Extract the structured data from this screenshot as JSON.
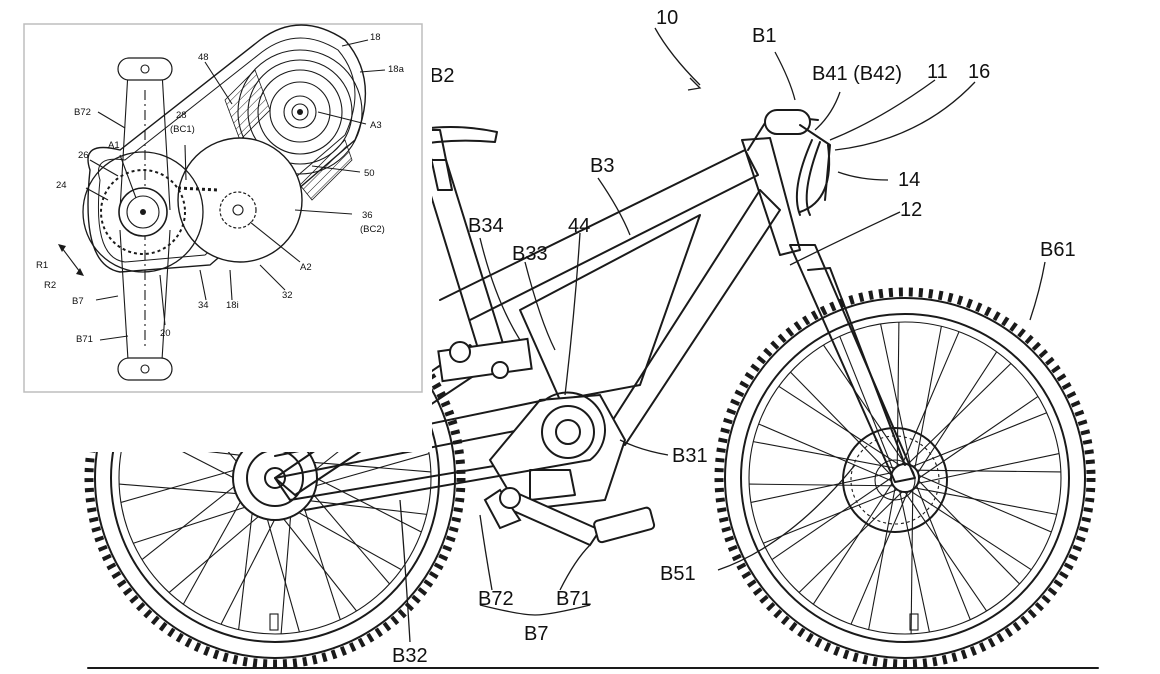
{
  "main_labels": {
    "bicycle": "10",
    "handlebar": "B1",
    "saddle": "B2",
    "frame": "B3",
    "down_tube": "B31",
    "chain_stay": "B32",
    "seat_stay": "B33",
    "seat_tube": "B34",
    "brake_lever": "B41 (B42)",
    "brake_disc": "B51",
    "front_wheel": "B61",
    "crank_assembly": "B7",
    "right_crank": "B71",
    "left_crank": "B72",
    "drive_unit_44": "44",
    "cable_11": "11",
    "cable_12": "12",
    "cable_14": "14",
    "cable_16": "16"
  },
  "inset_labels": {
    "ref_18": "18",
    "ref_18a": "18a",
    "ref_18i": "18i",
    "ref_20": "20",
    "ref_24": "24",
    "ref_26": "26",
    "ref_28": "28",
    "ref_bc1": "(BC1)",
    "ref_32": "32",
    "ref_34": "34",
    "ref_36": "36",
    "ref_bc2": "(BC2)",
    "ref_48": "48",
    "ref_50": "50",
    "ref_a1": "A1",
    "ref_a2": "A2",
    "ref_a3": "A3",
    "ref_r1": "R1",
    "ref_r2": "R2",
    "ref_b7": "B7",
    "ref_b71": "B71",
    "ref_b72": "B72"
  }
}
